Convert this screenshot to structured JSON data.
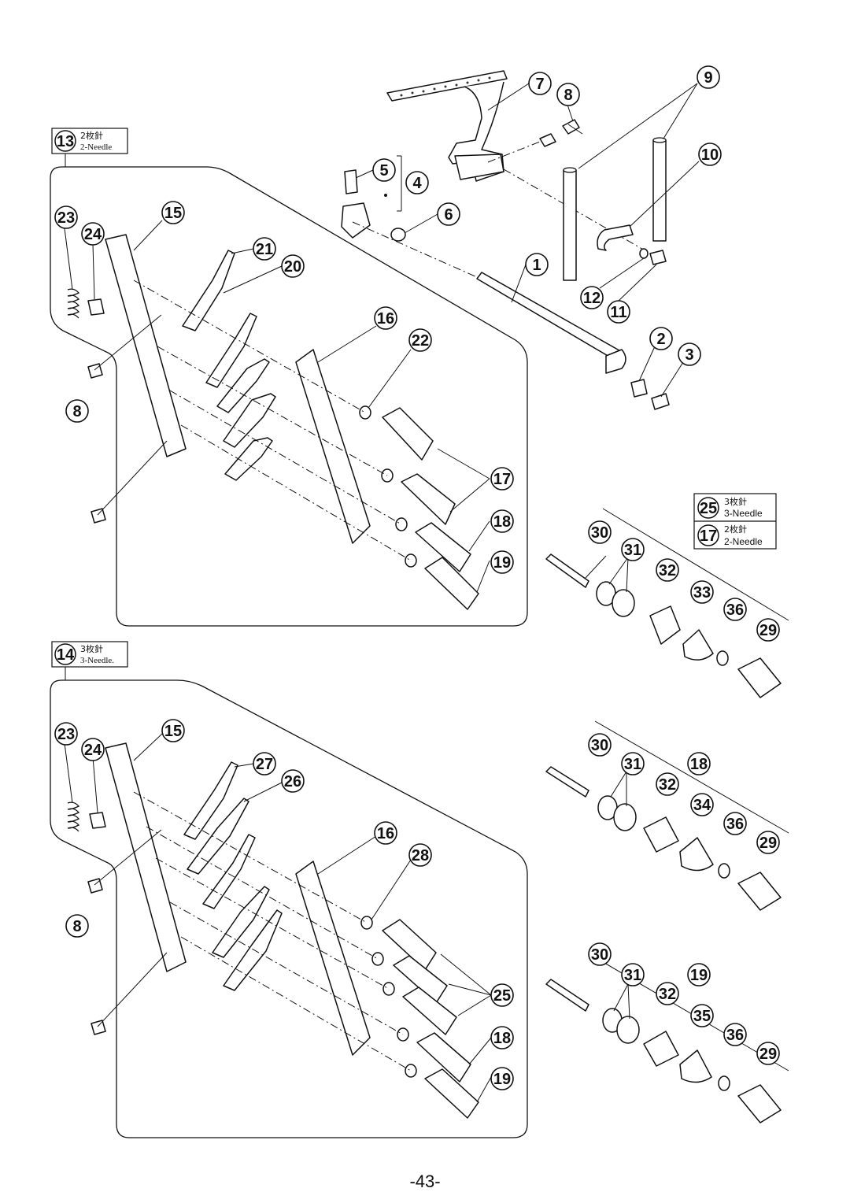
{
  "page_number": "-43-",
  "legends": {
    "top_set": {
      "num": "13",
      "ja": "2枚針",
      "en": "2-Needle"
    },
    "bottom_set": {
      "num": "14",
      "ja": "3枚針",
      "en": "3-Needle."
    },
    "assembly_3_needle": {
      "num": "25",
      "ja": "3枚針",
      "en": "3-Needle"
    },
    "assembly_2_needle": {
      "num": "17",
      "ja": "2枚針",
      "en": "2-Needle"
    }
  },
  "callouts": [
    {
      "id": "c7",
      "label": "7"
    },
    {
      "id": "c8a",
      "label": "8"
    },
    {
      "id": "c9",
      "label": "9"
    },
    {
      "id": "c5",
      "label": "5"
    },
    {
      "id": "c4",
      "label": "4"
    },
    {
      "id": "c10",
      "label": "10"
    },
    {
      "id": "c6",
      "label": "6"
    },
    {
      "id": "c1",
      "label": "1"
    },
    {
      "id": "c12",
      "label": "12"
    },
    {
      "id": "c11",
      "label": "11"
    },
    {
      "id": "c2",
      "label": "2"
    },
    {
      "id": "c3",
      "label": "3"
    },
    {
      "id": "c23a",
      "label": "23"
    },
    {
      "id": "c24a",
      "label": "24"
    },
    {
      "id": "c15a",
      "label": "15"
    },
    {
      "id": "c21",
      "label": "21"
    },
    {
      "id": "c20",
      "label": "20"
    },
    {
      "id": "c16a",
      "label": "16"
    },
    {
      "id": "c22",
      "label": "22"
    },
    {
      "id": "c8b",
      "label": "8"
    },
    {
      "id": "c17",
      "label": "17"
    },
    {
      "id": "c18a",
      "label": "18"
    },
    {
      "id": "c19a",
      "label": "19"
    },
    {
      "id": "c30a",
      "label": "30"
    },
    {
      "id": "c31a",
      "label": "31"
    },
    {
      "id": "c32a",
      "label": "32"
    },
    {
      "id": "c33",
      "label": "33"
    },
    {
      "id": "c36a",
      "label": "36"
    },
    {
      "id": "c29a",
      "label": "29"
    },
    {
      "id": "c23b",
      "label": "23"
    },
    {
      "id": "c24b",
      "label": "24"
    },
    {
      "id": "c15b",
      "label": "15"
    },
    {
      "id": "c27",
      "label": "27"
    },
    {
      "id": "c26",
      "label": "26"
    },
    {
      "id": "c16b",
      "label": "16"
    },
    {
      "id": "c28",
      "label": "28"
    },
    {
      "id": "c8c",
      "label": "8"
    },
    {
      "id": "c25",
      "label": "25"
    },
    {
      "id": "c18b",
      "label": "18"
    },
    {
      "id": "c19b",
      "label": "19"
    },
    {
      "id": "c30b",
      "label": "30"
    },
    {
      "id": "c31b",
      "label": "31"
    },
    {
      "id": "c18c",
      "label": "18"
    },
    {
      "id": "c32b",
      "label": "32"
    },
    {
      "id": "c34",
      "label": "34"
    },
    {
      "id": "c36b",
      "label": "36"
    },
    {
      "id": "c29b",
      "label": "29"
    },
    {
      "id": "c30c",
      "label": "30"
    },
    {
      "id": "c31c",
      "label": "31"
    },
    {
      "id": "c19c",
      "label": "19"
    },
    {
      "id": "c32c",
      "label": "32"
    },
    {
      "id": "c35",
      "label": "35"
    },
    {
      "id": "c36c",
      "label": "36"
    },
    {
      "id": "c29c",
      "label": "29"
    }
  ]
}
